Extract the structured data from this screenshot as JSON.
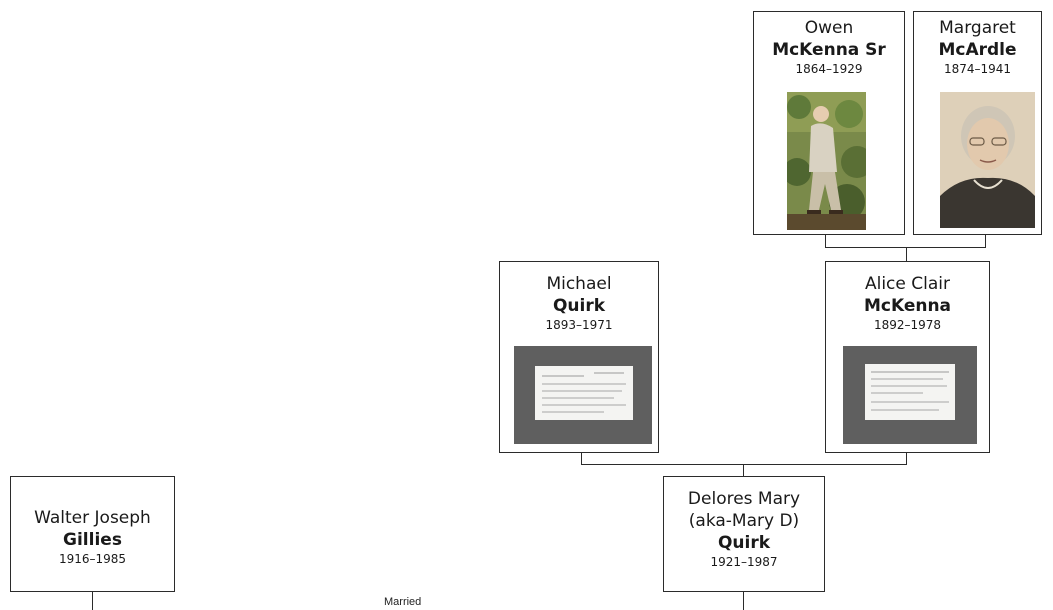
{
  "people": {
    "owen": {
      "given": "Owen",
      "surname": "McKenna Sr",
      "dates": "1864–1929",
      "photo": "photo-portrait-outdoors"
    },
    "margaret": {
      "given": "Margaret",
      "surname": "McArdle",
      "dates": "1874–1941",
      "photo": "photo-portrait-sepia"
    },
    "michael": {
      "given": "Michael",
      "surname": "Quirk",
      "dates": "1893–1971",
      "photo": "document-record-card"
    },
    "alice": {
      "given": "Alice Clair",
      "surname": "McKenna",
      "dates": "1892–1978",
      "photo": "document-record-card"
    },
    "delores": {
      "given_line1": "Delores Mary",
      "given_line2": "(aka-Mary D)",
      "surname": "Quirk",
      "dates": "1921–1987"
    },
    "walter": {
      "given": "Walter Joseph",
      "surname": "Gillies",
      "dates": "1916–1985"
    }
  },
  "relationship_label": "Married",
  "colors": {
    "border": "#2b2b2b",
    "card_bg": "#ffffff",
    "doc_frame": "#5f5f5f"
  }
}
